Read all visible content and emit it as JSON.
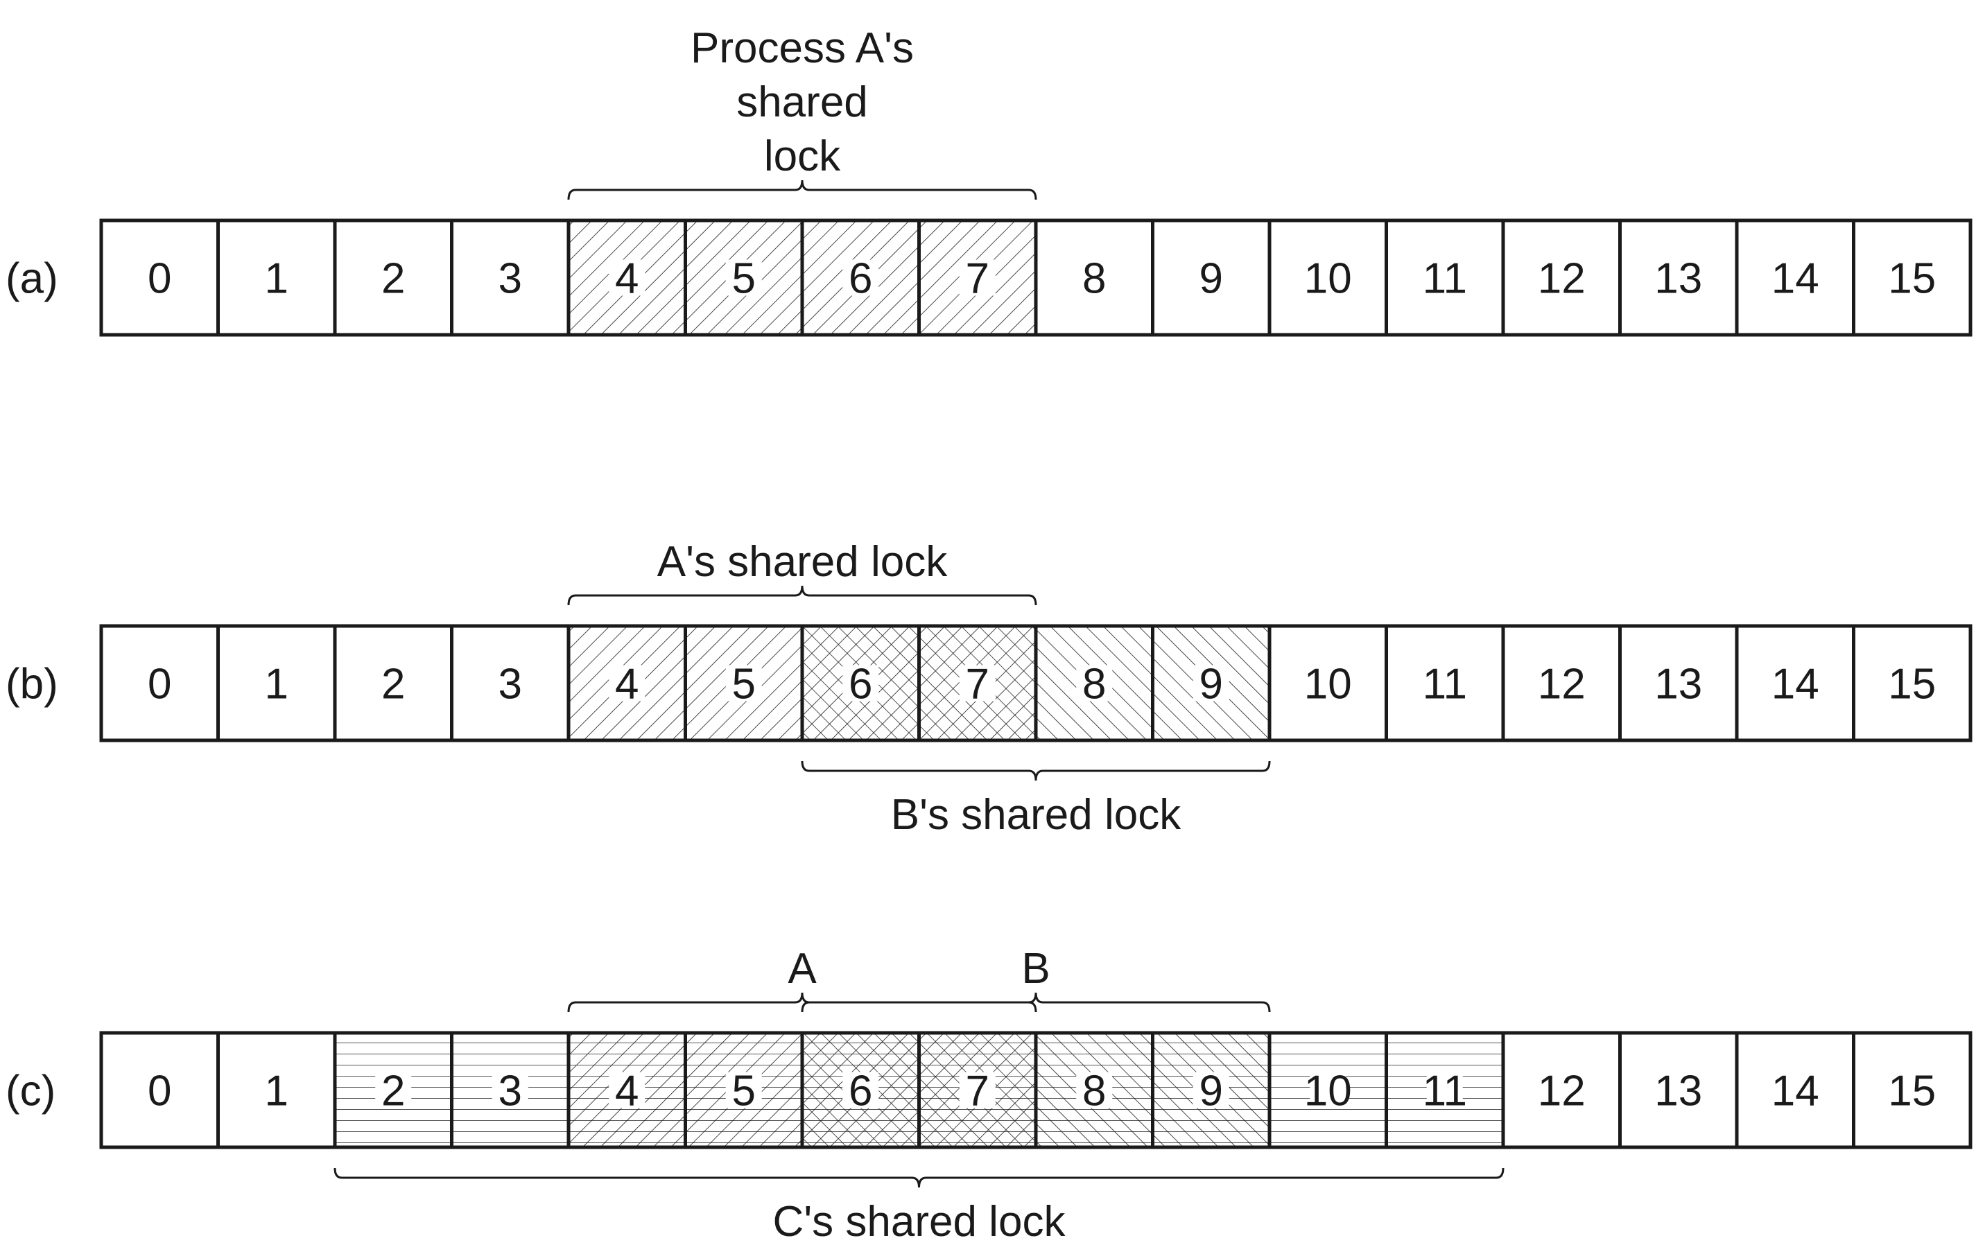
{
  "cells": [
    "0",
    "1",
    "2",
    "3",
    "4",
    "5",
    "6",
    "7",
    "8",
    "9",
    "10",
    "11",
    "12",
    "13",
    "14",
    "15"
  ],
  "rows": [
    {
      "label": "(a)",
      "fills": [
        "none",
        "none",
        "none",
        "none",
        "a",
        "a",
        "a",
        "a",
        "none",
        "none",
        "none",
        "none",
        "none",
        "none",
        "none",
        "none"
      ],
      "braces": [
        {
          "from": 4,
          "to": 7,
          "side": "top",
          "text_lines": [
            "Process A's",
            "shared",
            "lock"
          ]
        }
      ]
    },
    {
      "label": "(b)",
      "fills": [
        "none",
        "none",
        "none",
        "none",
        "a",
        "a",
        "ab",
        "ab",
        "b",
        "b",
        "none",
        "none",
        "none",
        "none",
        "none",
        "none"
      ],
      "braces": [
        {
          "from": 4,
          "to": 7,
          "side": "top",
          "text_lines": [
            "A's shared lock"
          ]
        },
        {
          "from": 6,
          "to": 9,
          "side": "bottom",
          "text_lines": [
            "B's shared lock"
          ]
        }
      ]
    },
    {
      "label": "(c)",
      "fills": [
        "none",
        "none",
        "c",
        "c",
        "ac",
        "ac",
        "abc",
        "abc",
        "bc",
        "bc",
        "c",
        "c",
        "none",
        "none",
        "none",
        "none"
      ],
      "braces": [
        {
          "from": 4,
          "to": 7,
          "side": "top",
          "text_lines": [
            "A"
          ]
        },
        {
          "from": 6,
          "to": 9,
          "side": "top",
          "text_lines": [
            "B"
          ]
        },
        {
          "from": 2,
          "to": 11,
          "side": "bottom",
          "text_lines": [
            "C's shared lock"
          ]
        }
      ]
    }
  ],
  "colors": {
    "ink": "#1a1a1a",
    "background": "#ffffff"
  }
}
